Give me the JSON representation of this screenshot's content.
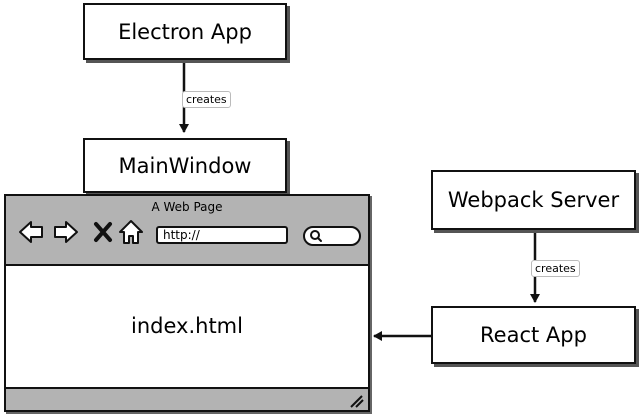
{
  "nodes": {
    "electron_app": "Electron App",
    "main_window": "MainWindow",
    "webpack_server": "Webpack Server",
    "react_app": "React App"
  },
  "edges": {
    "electron_creates": "creates",
    "webpack_creates": "creates"
  },
  "browser": {
    "caption": "A Web Page",
    "url": "http://",
    "content": "index.html",
    "icons": [
      "back-arrow-icon",
      "forward-arrow-icon",
      "close-x-icon",
      "home-icon",
      "search-icon",
      "resize-grip-icon"
    ]
  },
  "colors": {
    "chrome": "#b3b3b3",
    "stroke": "#111111",
    "background": "#ffffff"
  }
}
